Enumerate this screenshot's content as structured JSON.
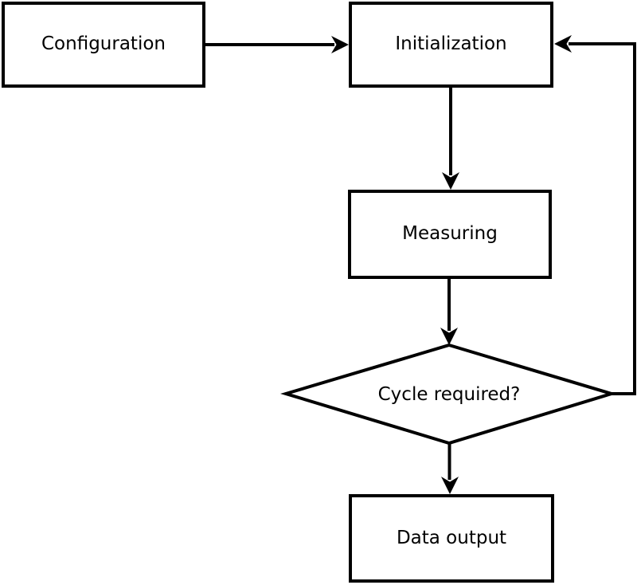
{
  "diagram": {
    "colors": {
      "stroke": "#000000",
      "shape_fill": "#ffffff",
      "text": "#000000",
      "background": "#ffffff"
    },
    "nodes": {
      "configuration": {
        "label": "Configuration",
        "shape": "rectangle"
      },
      "initialization": {
        "label": "Initialization",
        "shape": "rectangle"
      },
      "measuring": {
        "label": "Measuring",
        "shape": "rectangle"
      },
      "cycle_required": {
        "label": "Cycle required?",
        "shape": "diamond"
      },
      "data_output": {
        "label": "Data output",
        "shape": "rectangle"
      }
    },
    "edges": [
      {
        "from": "configuration",
        "to": "initialization",
        "type": "straight"
      },
      {
        "from": "initialization",
        "to": "measuring",
        "type": "straight"
      },
      {
        "from": "measuring",
        "to": "cycle_required",
        "type": "straight"
      },
      {
        "from": "cycle_required",
        "to": "data_output",
        "type": "straight"
      },
      {
        "from": "cycle_required",
        "to": "initialization",
        "type": "loop-back"
      }
    ]
  }
}
